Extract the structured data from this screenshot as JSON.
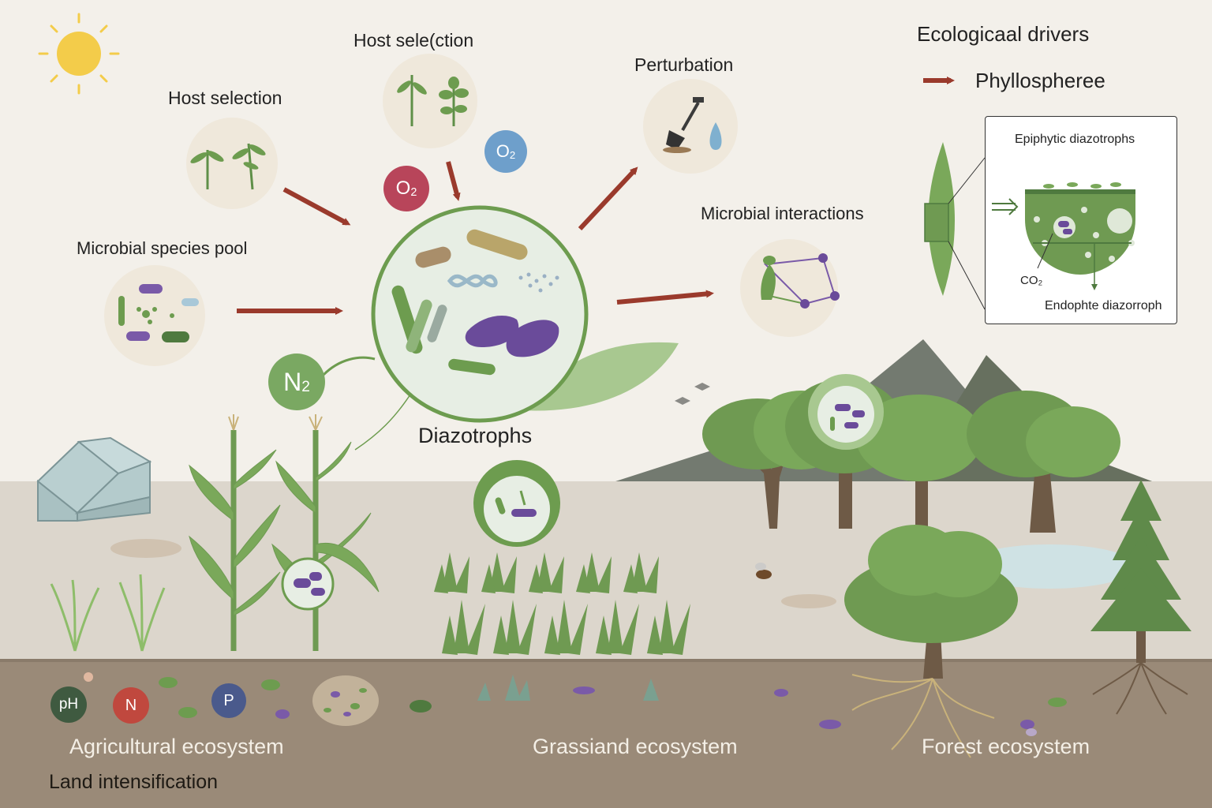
{
  "labels": {
    "host_selection_left": "Host selection",
    "host_selection_top": "Host sele(ction",
    "perturbation": "Perturbation",
    "microbial_species_pool": "Microbial species pool",
    "microbial_interactions": "Microbial interactions",
    "diazotrophs": "Diazotrophs",
    "ecological_drivers": "Ecologicaal drivers",
    "phyllosphere": "Phyllospheree"
  },
  "inset": {
    "title": "Epiphytic diazotrophs",
    "co2": "CO₂",
    "endophyte": "Endophte diazorroph"
  },
  "chips": {
    "o2_red": {
      "main": "O",
      "sub": "2",
      "color": "#b8455a"
    },
    "o2_blue": {
      "main": "O",
      "sub": "2",
      "color": "#6e9fcb"
    },
    "n2": {
      "main": "N",
      "sub": "2",
      "color": "#7aa862"
    },
    "ph": {
      "main": "pH",
      "color": "#3f5a40"
    },
    "n": {
      "main": "N",
      "color": "#c0483e"
    },
    "p": {
      "main": "P",
      "color": "#4a5a8c"
    }
  },
  "ecosystems": {
    "agricultural": "Agricultural ecosystem",
    "grassland": "Grassiand ecosystem",
    "forest": "Forest ecosystem"
  },
  "footer": {
    "land_intensification": "Land intensification"
  },
  "colors": {
    "arrow": "#9a3a2c",
    "ground": "#dcd6cc",
    "soil": "#9a8a78",
    "leaf_green": "#6f9a52",
    "microbe_purple": "#6a4b9a"
  }
}
